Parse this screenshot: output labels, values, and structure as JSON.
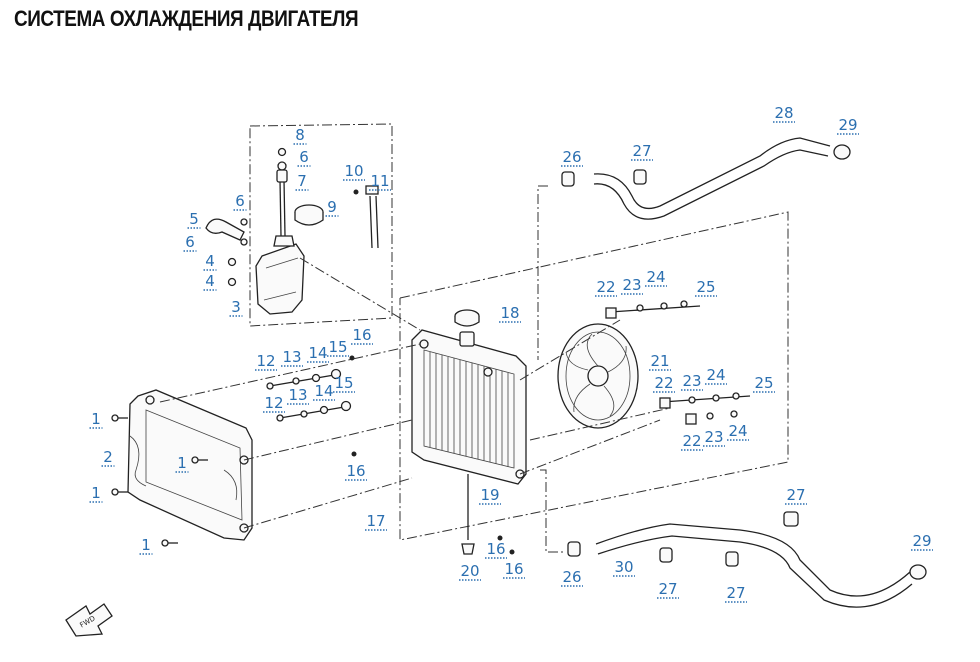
{
  "title": "СИСТЕМА ОХЛАЖДЕНИЯ ДВИГАТЕЛЯ",
  "colors": {
    "callout": "#2b6fb0",
    "line": "#222222"
  },
  "direction_marker": "FWD",
  "callouts": [
    "1",
    "1",
    "1",
    "1",
    "2",
    "3",
    "4",
    "4",
    "5",
    "6",
    "6",
    "6",
    "7",
    "8",
    "9",
    "10",
    "11",
    "12",
    "12",
    "13",
    "13",
    "14",
    "14",
    "15",
    "15",
    "16",
    "16",
    "16",
    "16",
    "17",
    "18",
    "19",
    "20",
    "21",
    "22",
    "22",
    "22",
    "23",
    "23",
    "23",
    "24",
    "24",
    "24",
    "25",
    "25",
    "26",
    "26",
    "27",
    "27",
    "27",
    "27",
    "28",
    "29",
    "29",
    "30"
  ]
}
